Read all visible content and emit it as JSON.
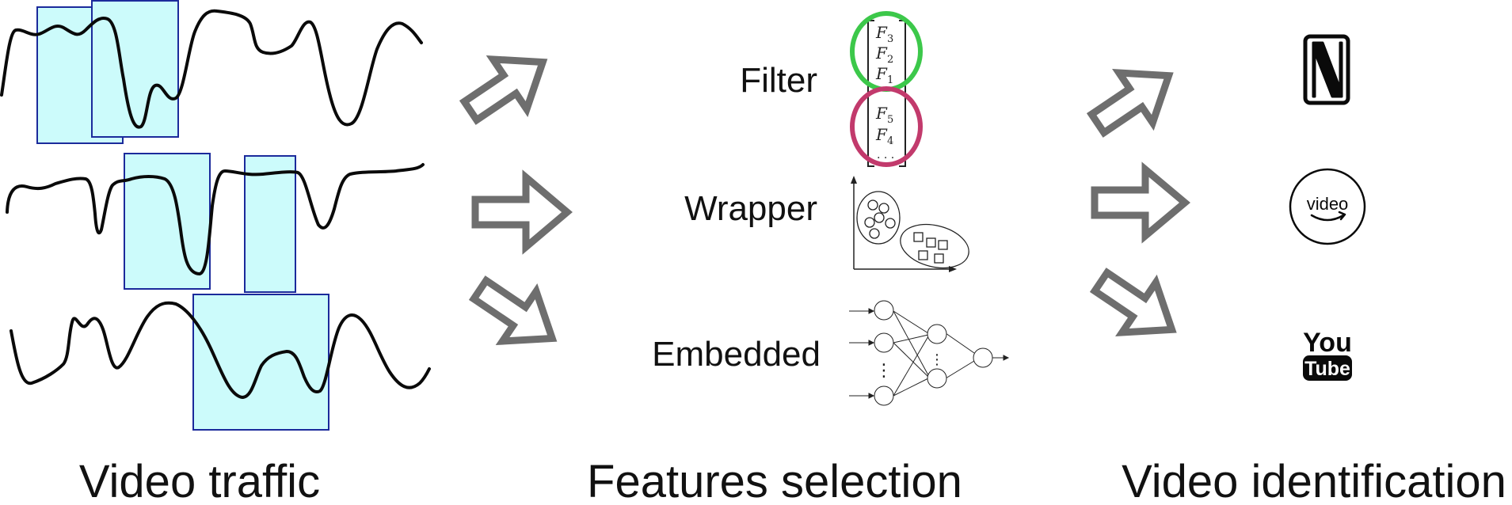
{
  "captions": {
    "left": "Video traffic",
    "middle": "Features selection",
    "right": "Video identification"
  },
  "methods": {
    "filter": "Filter",
    "wrapper": "Wrapper",
    "embedded": "Embedded"
  },
  "feature_vector": {
    "letter": "F",
    "selected_group": [
      "3",
      "2",
      "1"
    ],
    "rejected_group": [
      "5",
      "4"
    ],
    "ellipsis": ". . ."
  },
  "embedded_network": {
    "vertical_ellipsis": "⋮"
  },
  "services": {
    "netflix_logo": "N",
    "amazon_text": "video",
    "youtube_you": "You",
    "youtube_tube": "Tube"
  },
  "colors": {
    "window_fill": "#ccfbfb",
    "window_stroke": "#1b2a9b",
    "arrow_stroke": "#6e6e6e",
    "selected_circle": "#3cc84a",
    "rejected_circle": "#c23a6c"
  }
}
